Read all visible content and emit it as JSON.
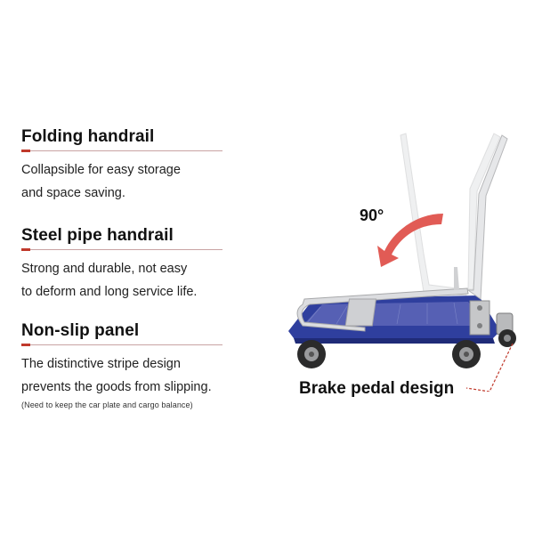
{
  "features": [
    {
      "title": "Folding handrail",
      "desc_lines": [
        "Collapsible for easy storage",
        "and space saving."
      ]
    },
    {
      "title": "Steel pipe handrail",
      "desc_lines": [
        "Strong and durable, not easy",
        "to deform and long service life."
      ]
    },
    {
      "title": "Non-slip panel",
      "desc_lines": [
        "The distinctive stripe design",
        "prevents the goods from slipping."
      ],
      "note": "(Need to keep the car plate and cargo balance)"
    }
  ],
  "product": {
    "angle_label": "90°",
    "brake_label": "Brake pedal design"
  },
  "colors": {
    "accent": "#c0392b",
    "platform": "#2f3f9e",
    "frame": "#d9dadc",
    "arrow": "#e15b55"
  }
}
